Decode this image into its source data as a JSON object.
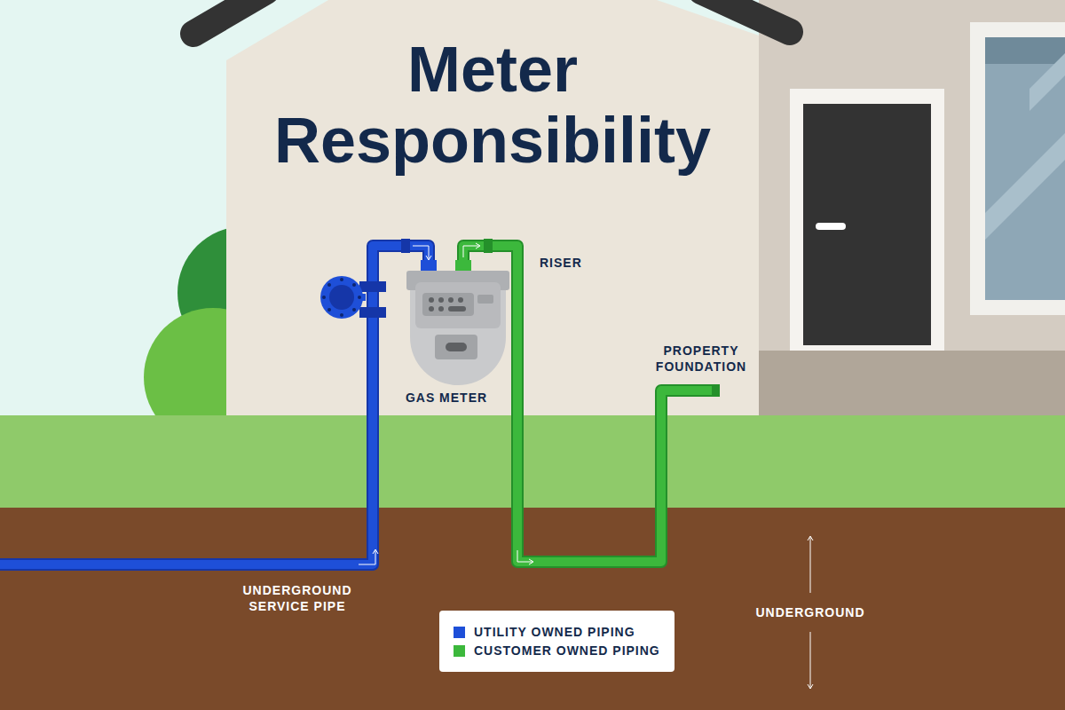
{
  "diagram": {
    "title": "Meter Responsibility",
    "labels": [
      "RISER",
      "PROPERTY FOUNDATION",
      "GAS METER",
      "UNDERGROUND SERVICE PIPE",
      "UNDERGROUND"
    ],
    "legend": [
      {
        "text": "UTILITY OWNED PIPING",
        "color": "#1e4fd8"
      },
      {
        "text": "CUSTOMER OWNED PIPING",
        "color": "#3cb83c"
      }
    ]
  }
}
